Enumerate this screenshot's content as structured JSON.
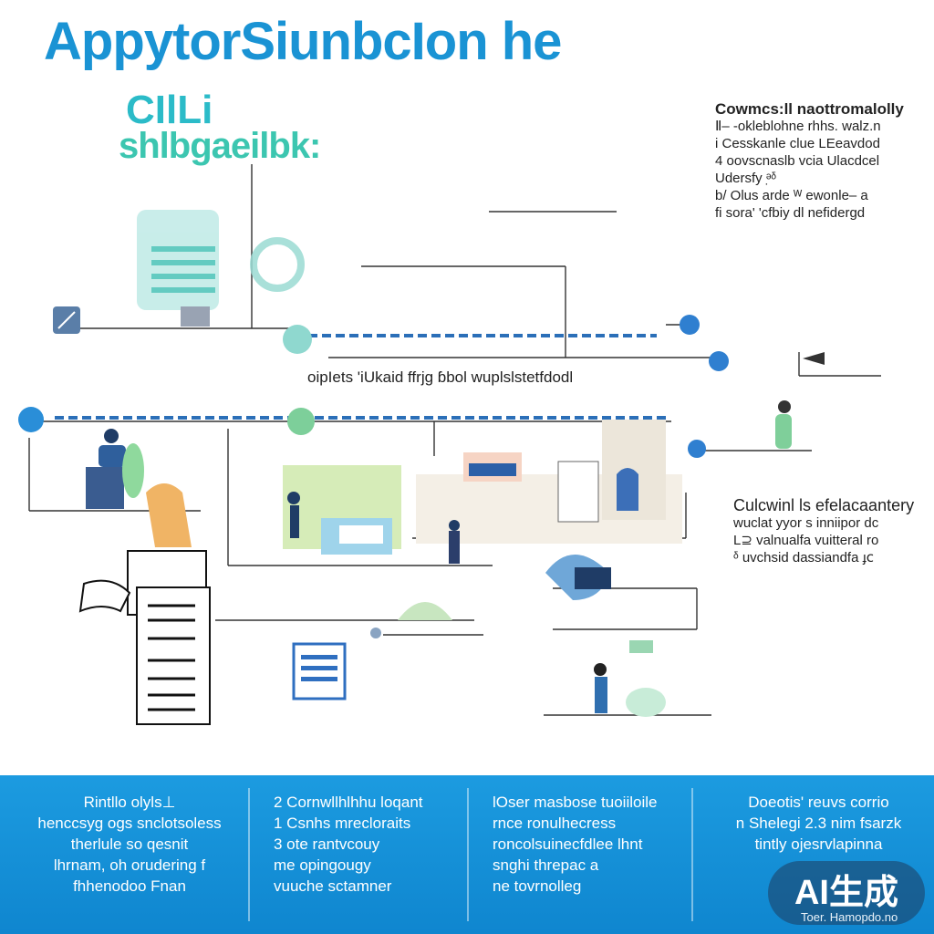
{
  "header": {
    "title": "AppytorSiunbcIon he",
    "subtitle_1": "CIlLi",
    "subtitle_2": "shlbgaeilbk:"
  },
  "right_top": {
    "heading": "Cowmcs:ll naottromalolly",
    "lines": [
      "Ⅱ– -okleblohne rhhs. walz.n",
      "i Cesskanle clue LEeavdod",
      "4 oovscnaslb vcia Ulacdcel",
      "Udersfy ᵊ̣ᵟ",
      "b/ Olus arde ᵂ ewonle– a",
      "fi sora' 'cfbiy dl nefidergd"
    ]
  },
  "middle": {
    "caption": "oipIets 'iUkaid ffrjg ɓbol wuplslstetfdodl"
  },
  "right_mid": {
    "heading": "Culcwinl ls efelacaantery",
    "lines": [
      "wuclat yyor s inniipor dc",
      "L⊇ valnualfa vuitteral ro",
      "ᵟ uvchsid dassiandfa ɟⅽ"
    ]
  },
  "footer": {
    "col1": [
      "Rintllo olyls⊥",
      "henccsyg ogs snclotsoless",
      "therlule so qesnit",
      "lhrnam, oh orudering f",
      "fhhenodoo Fnan"
    ],
    "col2": [
      "2  Cornwllhlhhu loqant",
      "1  Csnhs mrecloraits",
      "3 ote rantvcouy",
      "me opingougy",
      "vuuche sctamner"
    ],
    "col3": [
      "lOser masbose tuoiiloile",
      "rnce ronulhecress",
      "roncolsuinecfdlee lhnt",
      "snghi threpac a",
      "ne tovrnolleg"
    ],
    "col4": [
      "Doeotis' reuvs corrio",
      "n Shelegi 2.3 nim fsarzk",
      "tintly ojesrvlapinna"
    ]
  },
  "badge": {
    "label": "AI生成",
    "sub": "Toer. Hamopdo.no"
  },
  "colors": {
    "brand": "#1a93d4",
    "teal": "#2bbbc8",
    "green": "#3cc6b0",
    "footer": "#1c9be0",
    "dot_blue": "#2f7fd0"
  },
  "icons": [
    "gear-icon",
    "globe-icon",
    "document-icon",
    "clipboard-icon",
    "person-icon",
    "building-icon",
    "camera-icon",
    "arrow-left-icon",
    "pin-icon"
  ]
}
